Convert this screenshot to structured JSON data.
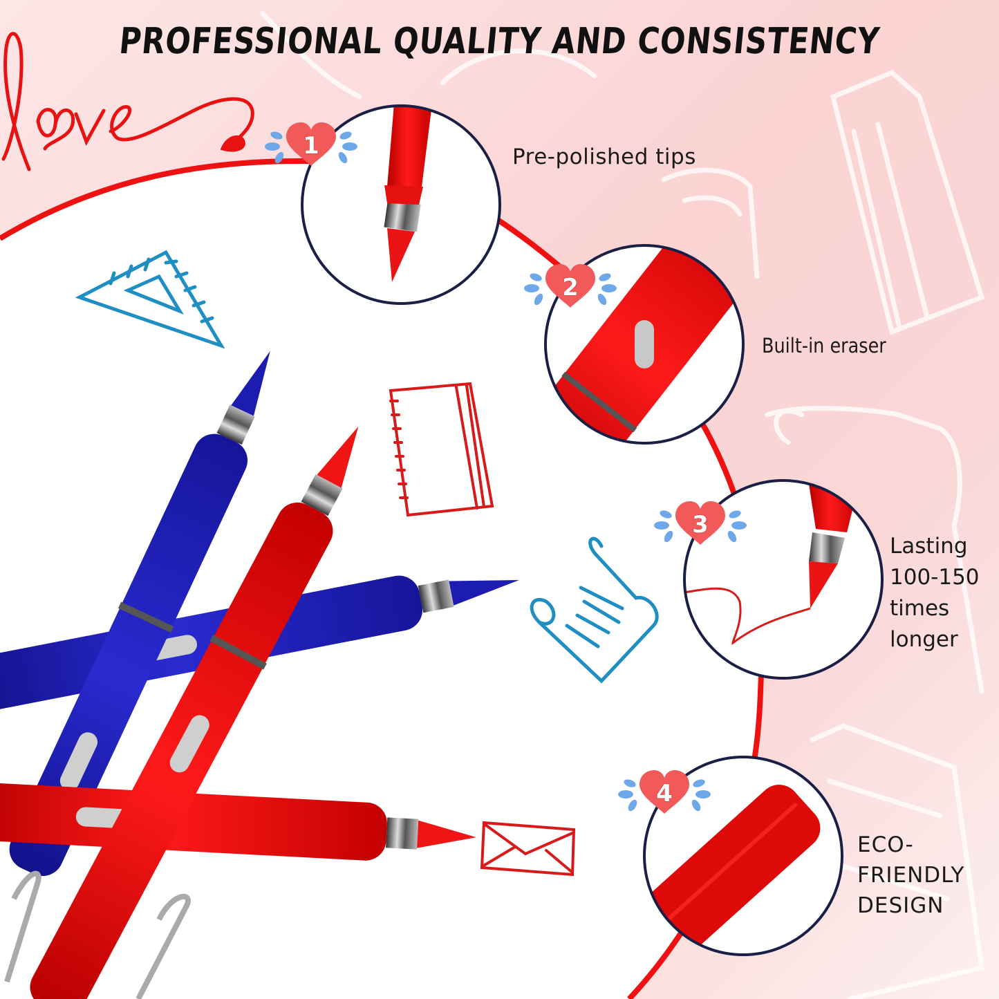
{
  "title": "PROFESSIONAL QUALITY AND CONSISTENCY",
  "decoration": {
    "script_word": "love",
    "doodles_left": [
      "triangle-ruler-doodle",
      "notebook-doodle",
      "scroll-doodle",
      "envelope-doodle"
    ],
    "background_doodles": [
      "book-doodle",
      "cup-doodle",
      "pencil-doodle",
      "scroll-doodle",
      "notebook-doodle"
    ]
  },
  "features": [
    {
      "number": "1",
      "label": "Pre-polished tips"
    },
    {
      "number": "2",
      "label": "Built-in eraser"
    },
    {
      "number": "3",
      "label_lines": [
        "Lasting",
        "100-150",
        "times",
        "longer"
      ]
    },
    {
      "number": "4",
      "label_lines": [
        "ECO-",
        "FRIENDLY",
        "DESIGN"
      ]
    }
  ],
  "colors": {
    "background_pink": "#fbd6d6",
    "accent_red": "#ee1111",
    "pencil_red": "#e00b0b",
    "pencil_blue": "#1f1fb5",
    "circle_border": "#1a1f45",
    "badge_heart": "#f25a5a",
    "droplet_blue": "#6ea8e8",
    "doodle_blue": "#1f8ec2"
  }
}
